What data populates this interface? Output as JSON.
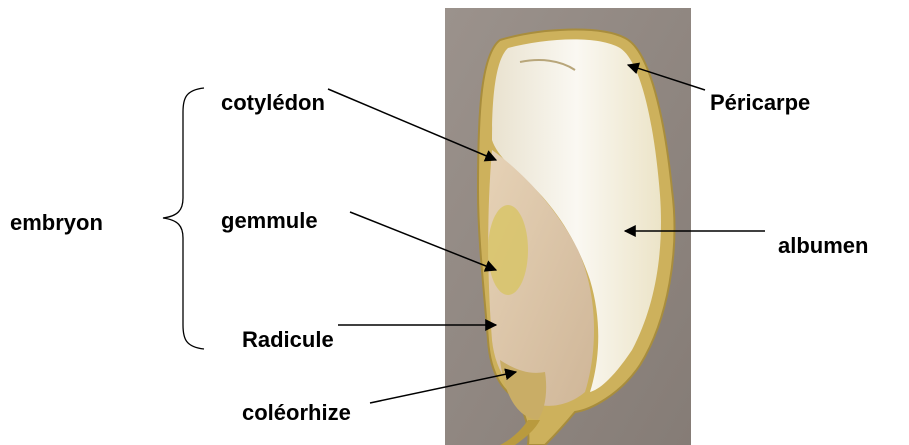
{
  "labels": {
    "embryo_group": "embryon",
    "cotyledon": "cotylédon",
    "plumule": "gemmule",
    "radicle": "Radicule",
    "coleorhiza": "coléorhize",
    "pericarp": "Péricarpe",
    "endosperm": "albumen"
  },
  "colors": {
    "photo_background": "#8c837d",
    "pericarp": "#cdb15c",
    "endosperm": "#f1eee4",
    "embryo": "#d9c3a8",
    "plumule": "#d8c469"
  }
}
